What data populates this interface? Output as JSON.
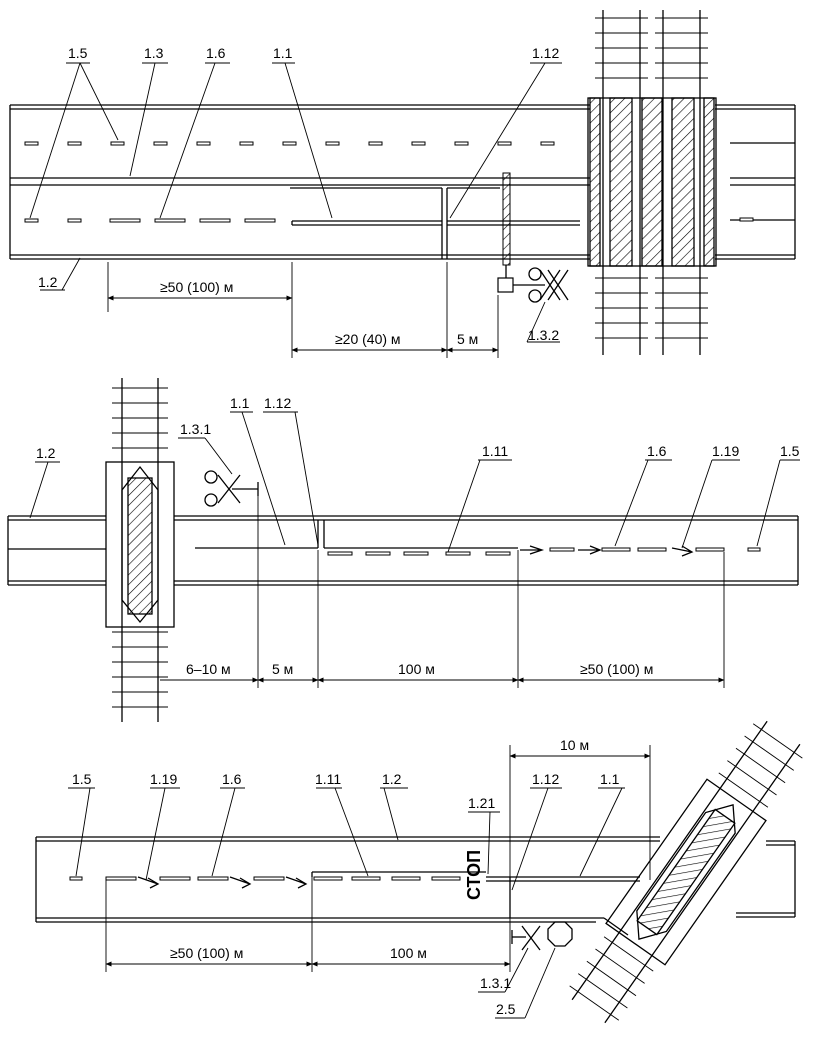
{
  "diagram_1": {
    "labels": {
      "l15": "1.5",
      "l13": "1.3",
      "l16": "1.6",
      "l11": "1.1",
      "l112": "1.12",
      "l12": "1.2",
      "l132": "1.3.2"
    },
    "dims": {
      "d50": "≥50 (100) м",
      "d20": "≥20 (40) м",
      "d5": "5 м"
    }
  },
  "diagram_2": {
    "labels": {
      "l12": "1.2",
      "l131": "1.3.1",
      "l11": "1.1",
      "l112": "1.12",
      "l111": "1.11",
      "l16": "1.6",
      "l119": "1.19",
      "l15": "1.5"
    },
    "dims": {
      "d610": "6–10 м",
      "d5": "5 м",
      "d100": "100 м",
      "d50": "≥50 (100) м"
    }
  },
  "diagram_3": {
    "labels": {
      "l15": "1.5",
      "l119": "1.19",
      "l16": "1.6",
      "l111": "1.11",
      "l12": "1.2",
      "l121": "1.21",
      "l112": "1.12",
      "l11": "1.1",
      "l131": "1.3.1",
      "l25": "2.5"
    },
    "road_word": "СТОП",
    "dims": {
      "d10": "10 м",
      "d50": "≥50 (100) м",
      "d100": "100 м"
    }
  }
}
